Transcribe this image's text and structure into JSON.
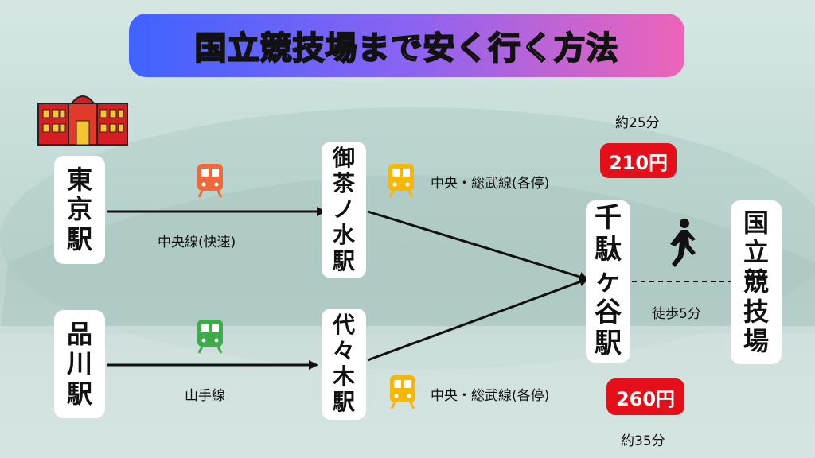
{
  "title": {
    "before": "国立競技場まで",
    "highlight": "安く",
    "after": "行く方法"
  },
  "stations": {
    "tokyo": [
      "東",
      "京",
      "駅"
    ],
    "shinagawa": [
      "品",
      "川",
      "駅"
    ],
    "ochanomizu": [
      "御",
      "茶",
      "ノ",
      "水",
      "駅"
    ],
    "yoyogi": [
      "代",
      "々",
      "木",
      "駅"
    ],
    "sendagaya": [
      "千",
      "駄",
      "ヶ",
      "谷",
      "駅"
    ],
    "kokuritsu": [
      "国",
      "立",
      "競",
      "技",
      "場"
    ]
  },
  "lines": {
    "chuo_rapid": "中央線(快速)",
    "yamanote": "山手線",
    "chuo_sobu_top": "中央・総武線(各停)",
    "chuo_sobu_bottom": "中央・総武線(各停)"
  },
  "routes": {
    "top": {
      "time": "約25分",
      "price": "210円"
    },
    "bottom": {
      "time": "約35分",
      "price": "260円"
    }
  },
  "walk": {
    "label": "徒歩5分"
  },
  "colors": {
    "chuo_rapid": "#ee6a3d",
    "yamanote": "#3cab4a",
    "chuo_sobu": "#f5b70a",
    "price_bg": "#e50f19",
    "title_left": "#3f63ff",
    "title_right": "#ee64b9"
  },
  "icons": [
    "building-icon",
    "train-icon",
    "walking-person-icon"
  ]
}
